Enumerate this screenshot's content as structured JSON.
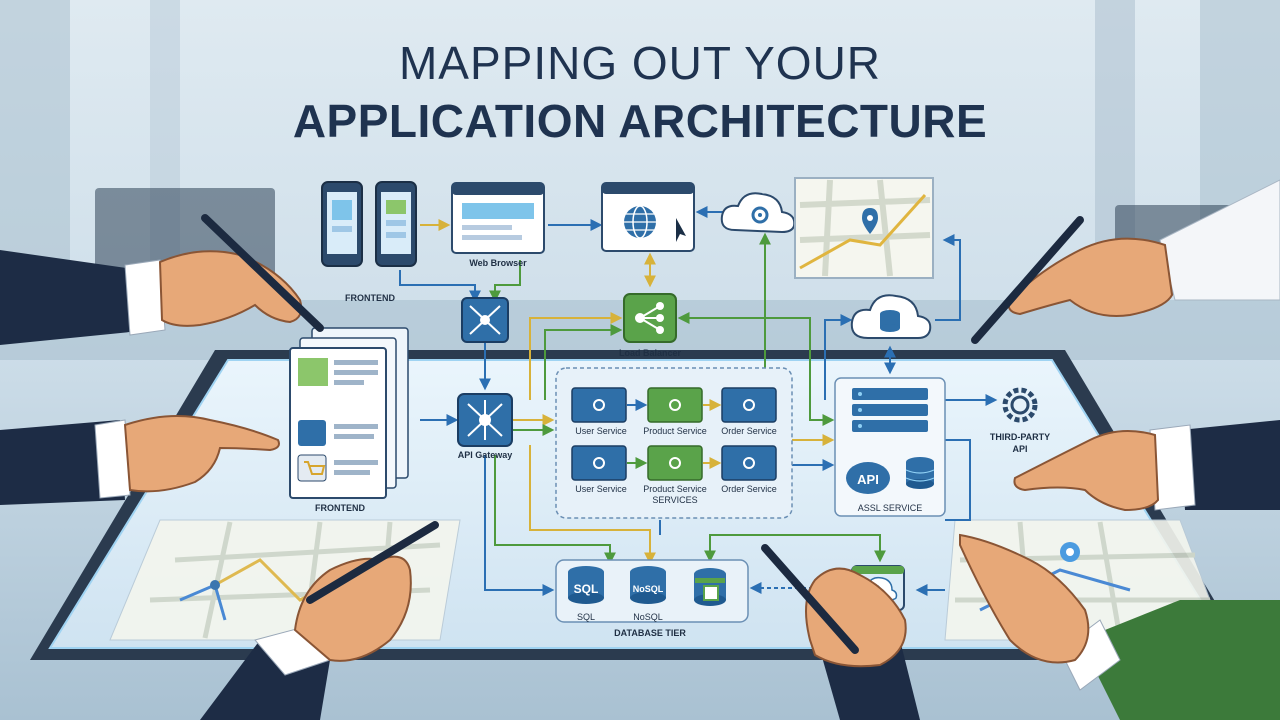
{
  "title": {
    "line1": "MAPPING OUT YOUR",
    "line2": "APPLICATION ARCHITECTURE"
  },
  "labels": {
    "web_browser": "Web Browser",
    "frontend_top": "FRONTEND",
    "frontend_bottom": "FRONTEND",
    "load_balancer": "Load Balancer",
    "api_gateway": "API Gateway",
    "user_service_1": "User Service",
    "product_service_1": "Product Service",
    "order_service_1": "Order Service",
    "user_service_2": "User Service",
    "product_service_2": "Product Service",
    "services": "SERVICES",
    "order_service_2": "Order Service",
    "third_party_1": "THIRD-PARTY",
    "third_party_2": "API",
    "api_badge": "API",
    "assl_service": "ASSL SERVICE",
    "sql_icon": "SQL",
    "nosql_icon": "NoSQL",
    "sql": "SQL",
    "nosql": "NoSQL",
    "database_tier": "DATABASE TIER"
  },
  "colors": {
    "title": "#1f3350",
    "table": "#dcecf7",
    "node_blue": "#2f6fa8",
    "node_green": "#5aa34a",
    "arrow_blue": "#2b6fb3",
    "arrow_green": "#4e9a3d",
    "arrow_yellow": "#d7b23a"
  }
}
